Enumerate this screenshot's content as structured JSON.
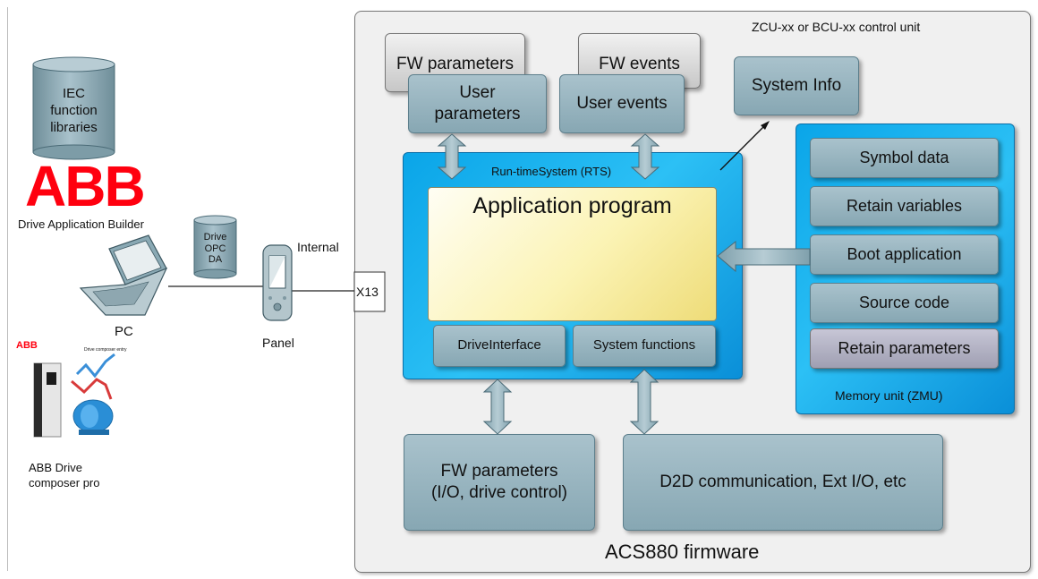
{
  "control_unit": {
    "title": "ZCU-xx or BCU-xx control unit",
    "footer": "ACS880 firmware"
  },
  "top_boxes": {
    "fw_parameters": "FW parameters",
    "user_parameters": "User\nparameters",
    "fw_events": "FW events",
    "user_events": "User events",
    "system_info": "System Info"
  },
  "rts": {
    "title": "Run-timeSystem (RTS)",
    "application_program": "Application program",
    "drive_interface": "DriveInterface",
    "system_functions": "System functions"
  },
  "memory_unit": {
    "title": "Memory unit (ZMU)",
    "items": [
      "Symbol data",
      "Retain variables",
      "Boot application",
      "Source code",
      "Retain parameters"
    ]
  },
  "bottom_boxes": {
    "fw_io": "FW parameters\n(I/O, drive control)",
    "d2d": "D2D communication, Ext I/O, etc"
  },
  "left": {
    "iec_library": "IEC\nfunction\nlibraries",
    "abb_logo": "ABB",
    "drive_app_builder": "Drive Application Builder",
    "opc": "Drive\nOPC\nDA",
    "internal": "Internal",
    "x13": "X13",
    "pc": "PC",
    "panel": "Panel",
    "abb_small": "ABB",
    "composer_small": "Drive composer entry",
    "drive_composer": "ABB Drive\ncomposer pro"
  }
}
